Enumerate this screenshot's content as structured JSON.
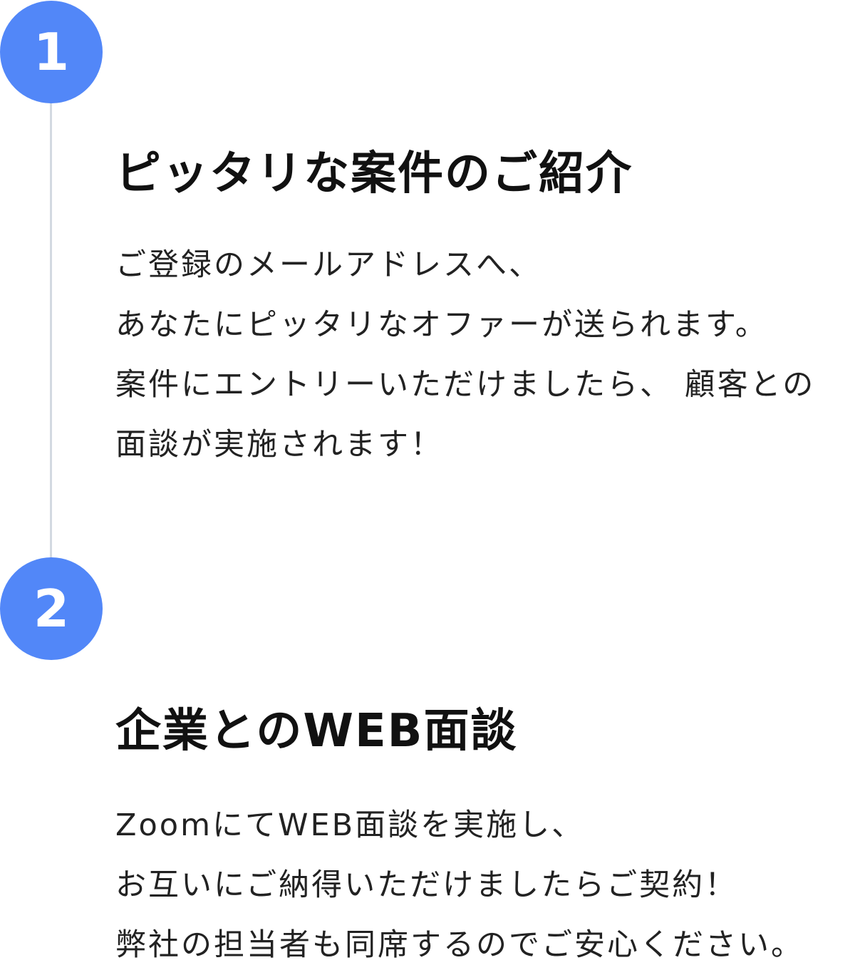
{
  "colors": {
    "accent": "#5287f8",
    "timeline": "#d3d9e1",
    "text": "#222222"
  },
  "steps": [
    {
      "number": "1",
      "title": "ピッタリな案件のご紹介",
      "lines": [
        "ご登録のメールアドレスへ、",
        "あなたにピッタリなオファーが送られます。",
        "案件にエントリーいただけましたら、 顧客との",
        "面談が実施されます！"
      ]
    },
    {
      "number": "2",
      "title": "企業とのWEB面談",
      "lines": [
        "ZoomにてWEB面談を実施し、",
        "お互いにご納得いただけましたらご契約！",
        "弊社の担当者も同席するのでご安心ください。"
      ]
    }
  ]
}
